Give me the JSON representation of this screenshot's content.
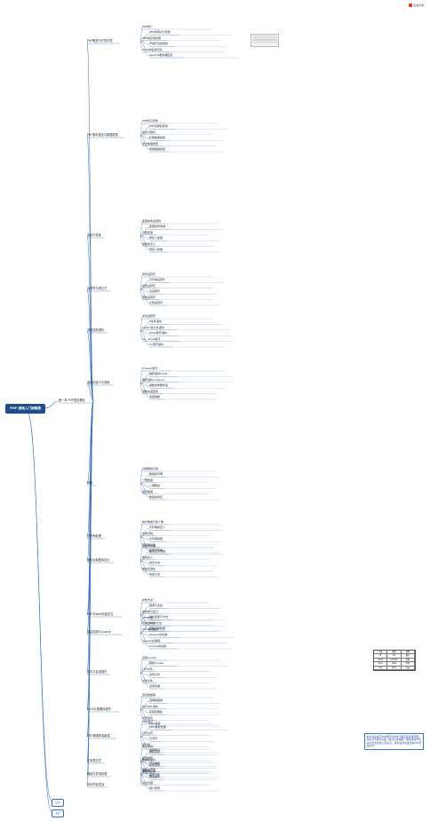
{
  "root": {
    "label": "PHP 基础入门到精通"
  },
  "logo": {
    "text": "百度文库"
  },
  "branches": [
    {
      "label": "第一章 PHP语言基础"
    },
    {
      "label": "PHP概述与开发环境"
    },
    {
      "label": "PHP基本语法与数据类型"
    },
    {
      "label": "变量与常量"
    },
    {
      "label": "运算符与表达式"
    },
    {
      "label": "流程控制语句"
    },
    {
      "label": "函数的定义与调用"
    },
    {
      "label": "数组"
    },
    {
      "label": "字符串处理"
    },
    {
      "label": "面向对象程序设计"
    },
    {
      "label": "PHP与Web页面交互"
    },
    {
      "label": "会话控制与Cookie"
    },
    {
      "label": "文件与目录操作"
    },
    {
      "label": "MySQL数据库操作"
    },
    {
      "label": "PDO数据库抽象层"
    },
    {
      "label": "正则表达式"
    },
    {
      "label": "错误与异常处理"
    },
    {
      "label": "综合项目实战"
    }
  ],
  "leaves": [
    "PHP简介",
    "PHP的特点与优势",
    "PHP的应用领域",
    "开发环境的搭建",
    "XAMPP集成环境",
    "Apache服务器配置",
    "PHP标记风格",
    "PHP注释的使用",
    "指令分隔符",
    "标量数据类型",
    "复合数据类型",
    "特殊数据类型",
    "变量的命名规则",
    "变量的作用域",
    "可变变量",
    "预定义变量",
    "常量的定义",
    "预定义常量",
    "算术运算符",
    "字符串运算符",
    "赋值运算符",
    "位运算符",
    "逻辑运算符",
    "比较运算符",
    "条件运算符",
    "if条件语句",
    "switch多分支语句",
    "while循环语句",
    "do...while循环",
    "for循环语句",
    "foreach循环",
    "跳转语句break",
    "跳转语句continue",
    "函数的参数传递",
    "函数的返回值",
    "变量函数",
    "对函数的引用",
    "数组的声明",
    "一维数组",
    "二维数组",
    "遍历数组",
    "数组的排序",
    "统计数组元素个数",
    "字符串的定义",
    "去除空格",
    "字符串截取",
    "字符串比较",
    "检索字符串",
    "替换字符串",
    "格式化字符串",
    "类的定义",
    "成员方法",
    "类的实例化",
    "构造方法",
    "析构方法",
    "继承与多态",
    "抽象类与接口",
    "静态变量与方法",
    "表单的创建",
    "获取表单数据",
    "GET方法",
    "POST方法",
    "URL编码解码",
    "Session的创建",
    "Session的销毁",
    "Cookie的创建",
    "读取Cookie",
    "删除Cookie",
    "打开文件",
    "读写文件",
    "关闭文件",
    "目录处理",
    "连接数据库",
    "选择数据库",
    "执行SQL语句",
    "获取结果集",
    "关闭连接",
    "PDO连接",
    "PDO执行",
    "PDO事务处理",
    "行定位符",
    "元字符",
    "字符类",
    "选择字符",
    "转义字符",
    "重复匹配",
    "错误类型",
    "异常捕获",
    "自定义异常",
    "需求分析",
    "数据库设计",
    "模块实现",
    "测试与部署",
    "网站发布",
    "后台管理",
    "用户登录",
    "留言板"
  ],
  "table": {
    "header": [
      "字段",
      "类型",
      "说明"
    ],
    "rows": [
      [
        "id",
        "int",
        "编号"
      ],
      [
        "name",
        "varchar",
        "名称"
      ],
      [
        "time",
        "date",
        "时间"
      ],
      [
        "info",
        "text",
        "内容"
      ]
    ]
  },
  "note": {
    "text": "本文档是编写PHP程序时的学习笔记和思维导图，涵盖PHP语言基础、面向对象编程、数据库操作及Web开发的核心知识点，帮助读者系统掌握PHP开发技术。"
  },
  "ends": [
    "结束",
    "总结"
  ]
}
